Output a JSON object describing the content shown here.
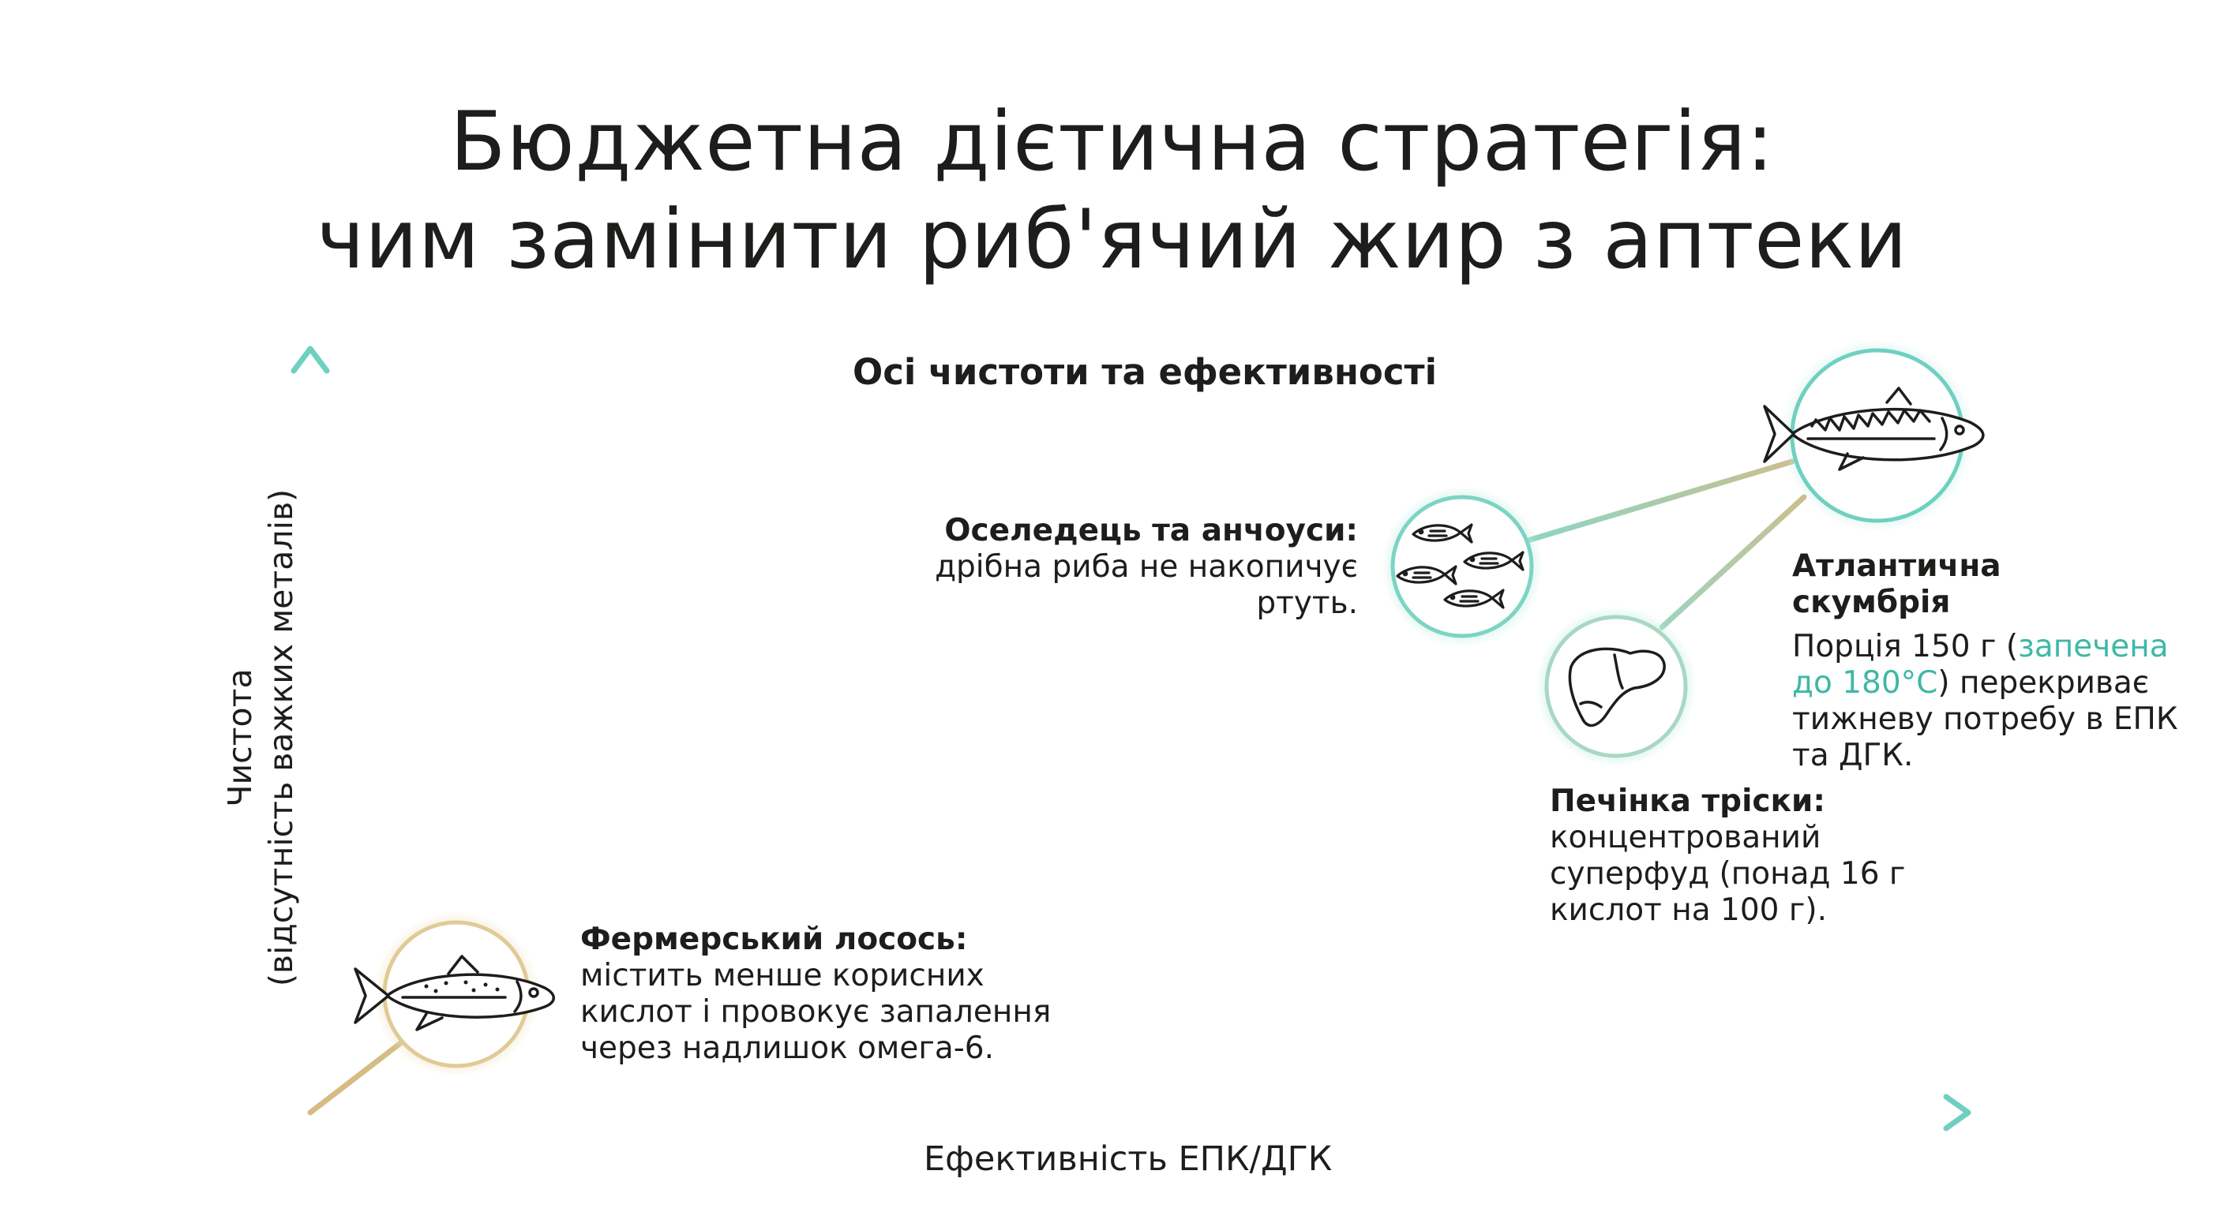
{
  "title": {
    "line1": "Бюджетна дієтична стратегія:",
    "line2": "чим замінити риб'ячий жир з аптеки"
  },
  "subtitle": "Осі чистоти та ефективності",
  "axes": {
    "y_label_line1": "Чистота",
    "y_label_line2": "(відсутність важких металів)",
    "x_label": "Ефективність ЕПК/ДГК"
  },
  "items": {
    "herring": {
      "title": "Оселедець та анчоуси:",
      "line1": "дрібна риба не накопичує",
      "line2": "ртуть."
    },
    "mackerel": {
      "title_line1": "Атлантична",
      "title_line2": "скумбрія",
      "line1_a": "Порція 150 г (",
      "line1_hl": "запечена",
      "line2_hl": "до 180°C",
      "line2_b": ") перекриває",
      "line3": "тижневу потребу в ЕПК",
      "line4": "та ДГК."
    },
    "cod_liver": {
      "title": "Печінка тріски:",
      "line1": "концентрований",
      "line2": "суперфуд (понад 16 г",
      "line3": "кислот на 100 г)."
    },
    "salmon": {
      "title": "Фермерський лосось:",
      "line1": "містить менше корисних",
      "line2": "кислот і провокує запалення",
      "line3": "через надлишок омега-6."
    }
  },
  "colors": {
    "teal": "#5fc8b6",
    "gold": "#d6bc84",
    "highlight": "#3fb8a6",
    "text": "#1d1d1b"
  },
  "icons": {
    "herring": "small-fish-school-icon",
    "mackerel": "mackerel-icon",
    "cod_liver": "liver-icon",
    "salmon": "salmon-icon"
  }
}
